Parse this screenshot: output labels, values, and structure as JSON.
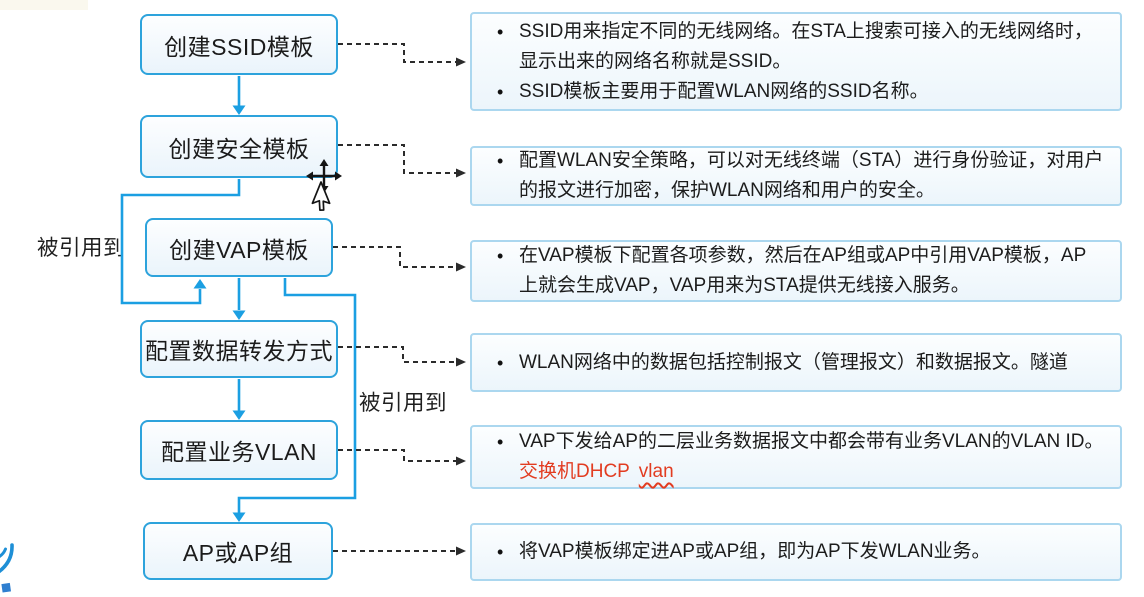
{
  "flow": {
    "steps": [
      {
        "label": "创建SSID模板"
      },
      {
        "label": "创建安全模板"
      },
      {
        "label": "创建VAP模板"
      },
      {
        "label": "配置数据转发方式"
      },
      {
        "label": "配置业务VLAN"
      },
      {
        "label": "AP或AP组"
      }
    ]
  },
  "labels": {
    "referenced_left": "被引用到",
    "referenced_right": "被引用到"
  },
  "info": {
    "boxes": [
      {
        "bullets": [
          "SSID用来指定不同的无线网络。在STA上搜索可接入的无线网络时，显示出来的网络名称就是SSID。",
          "SSID模板主要用于配置WLAN网络的SSID名称。"
        ]
      },
      {
        "bullets": [
          "配置WLAN安全策略，可以对无线终端（STA）进行身份验证，对用户的报文进行加密，保护WLAN网络和用户的安全。"
        ]
      },
      {
        "bullets": [
          "在VAP模板下配置各项参数，然后在AP组或AP中引用VAP模板，AP上就会生成VAP，VAP用来为STA提供无线接入服务。"
        ]
      },
      {
        "bullets": [
          "WLAN网络中的数据包括控制报文（管理报文）和数据报文。隧道"
        ]
      },
      {
        "text_black": "VAP下发给AP的二层业务数据报文中都会带有业务VLAN的VLAN ID。",
        "text_red": "交换机DHCP ",
        "text_red_wavy": "vlan"
      },
      {
        "bullets": [
          "将VAP模板绑定进AP或AP组，即为AP下发WLAN业务。"
        ]
      }
    ]
  },
  "icons": {
    "cursor": "move-cursor-with-pointer"
  },
  "colors": {
    "flow_box_border": "#2da3dc",
    "connector_blue": "#1b9fe2",
    "info_box_border": "#abd7ef",
    "dashed_line": "#2b2b2b",
    "red_text": "#e23c21"
  }
}
